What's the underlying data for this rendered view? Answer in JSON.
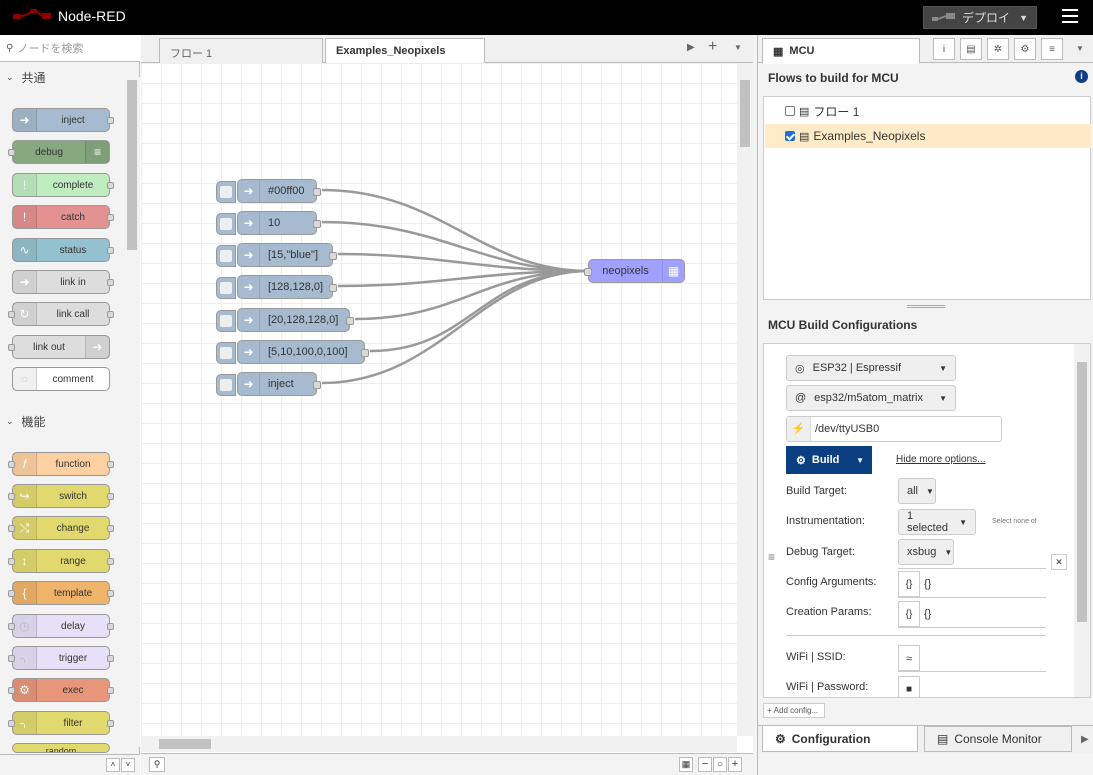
{
  "header": {
    "app_title": "Node-RED",
    "deploy_label": "デプロイ"
  },
  "palette": {
    "search_placeholder": "ノードを検索",
    "categories": [
      {
        "label": "共通",
        "nodes": [
          "inject",
          "debug",
          "complete",
          "catch",
          "status",
          "link in",
          "link call",
          "link out",
          "comment"
        ]
      },
      {
        "label": "機能",
        "nodes": [
          "function",
          "switch",
          "change",
          "range",
          "template",
          "delay",
          "trigger",
          "exec",
          "filter",
          "random"
        ]
      }
    ]
  },
  "workspace": {
    "tabs": [
      {
        "label": "フロー 1"
      },
      {
        "label": "Examples_Neopixels"
      }
    ],
    "inject_nodes": [
      "#00ff00",
      "10",
      "[15,\"blue\"]",
      "[128,128,0]",
      "[20,128,128,0]",
      "[5,10,100,0,100]",
      "inject"
    ],
    "output_node": "neopixels"
  },
  "sidebar": {
    "tab_label": "MCU",
    "flows_title": "Flows to build for MCU",
    "flows": [
      {
        "label": "フロー 1",
        "checked": false
      },
      {
        "label": "Examples_Neopixels",
        "checked": true
      }
    ],
    "config_title": "MCU Build Configurations",
    "platform": "ESP32 | Espressif",
    "target": "esp32/m5atom_matrix",
    "port": "/dev/ttyUSB0",
    "build_label": "Build",
    "hide_options": "Hide more options...",
    "build_target_label": "Build Target:",
    "build_target_value": "all",
    "instrumentation_label": "Instrumentation:",
    "instrumentation_value": "1 selected",
    "select_none_text": "Select none of",
    "debug_target_label": "Debug Target:",
    "debug_target_value": "xsbug",
    "config_args_label": "Config Arguments:",
    "config_args_value": "{}",
    "creation_params_label": "Creation Params:",
    "creation_params_value": "{}",
    "wifi_ssid_label": "WiFi | SSID:",
    "wifi_password_label": "WiFi | Password:",
    "add_config": "Add config...",
    "bottom_tabs": [
      "Configuration",
      "Console Monitor"
    ]
  },
  "colors": {
    "inject": "#a6bbcf",
    "debug": "#87a980",
    "complete": "#c0edc0",
    "catch": "#e49191",
    "status": "#94c1d0",
    "link": "#dddddd",
    "function": "#fdd0a2",
    "switch": "#e2d96e",
    "template": "#f0b36a",
    "delay": "#e6e0f8",
    "exec": "#e8967a",
    "neopixels": "#a0a0ff",
    "build": "#0c3e82"
  }
}
